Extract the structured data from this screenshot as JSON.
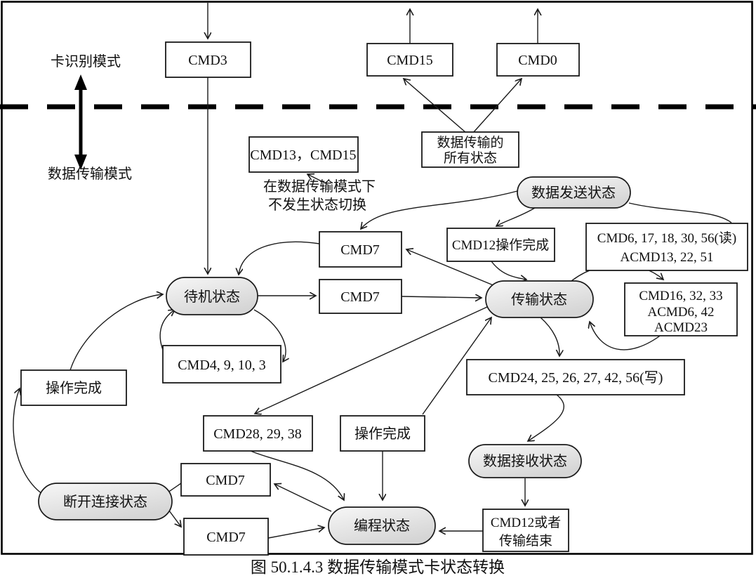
{
  "caption": "图 50.1.4.3 数据传输模式卡状态转换",
  "modes": {
    "card_identification": "卡识别模式",
    "data_transfer": "数据传输模式"
  },
  "note": {
    "line1": "在数据传输模式下",
    "line2": "不发生状态切换"
  },
  "states": {
    "standby": "待机状态",
    "transfer": "传输状态",
    "data_send": "数据发送状态",
    "data_receive": "数据接收状态",
    "disconnect": "断开连接状态",
    "programming": "编程状态"
  },
  "command_boxes": {
    "cmd3": "CMD3",
    "cmd15": "CMD15",
    "cmd0": "CMD0",
    "all_states_line1": "数据传输的",
    "all_states_line2": "所有状态",
    "cmd13_cmd15": "CMD13，CMD15",
    "cmd12_done": "CMD12操作完成",
    "read_cmds_line1": "CMD6, 17, 18, 30, 56(读)",
    "read_cmds_line2": "ACMD13, 22, 51",
    "cmd7_standby_to_transfer": "CMD7",
    "cmd7_transfer_to_standby": "CMD7",
    "cmd4_9_10_3": "CMD4, 9, 10, 3",
    "op_done_left": "操作完成",
    "select_cmds_line1": "CMD16, 32, 33",
    "select_cmds_line2": "ACMD6, 42",
    "select_cmds_line3": "ACMD23",
    "write_cmds": "CMD24, 25, 26, 27, 42, 56(写)",
    "cmd28_29_38": "CMD28, 29, 38",
    "op_done_bottom": "操作完成",
    "cmd12_or_end_line1": "CMD12或者",
    "cmd12_or_end_line2": "传输结束",
    "cmd7_disconnect_upper": "CMD7",
    "cmd7_disconnect_lower": "CMD7"
  },
  "colors": {
    "stroke": "#1a1a1a",
    "state_fill_top": "#f7f7f7",
    "state_fill_bottom": "#d5d5d5",
    "background": "#ffffff"
  }
}
